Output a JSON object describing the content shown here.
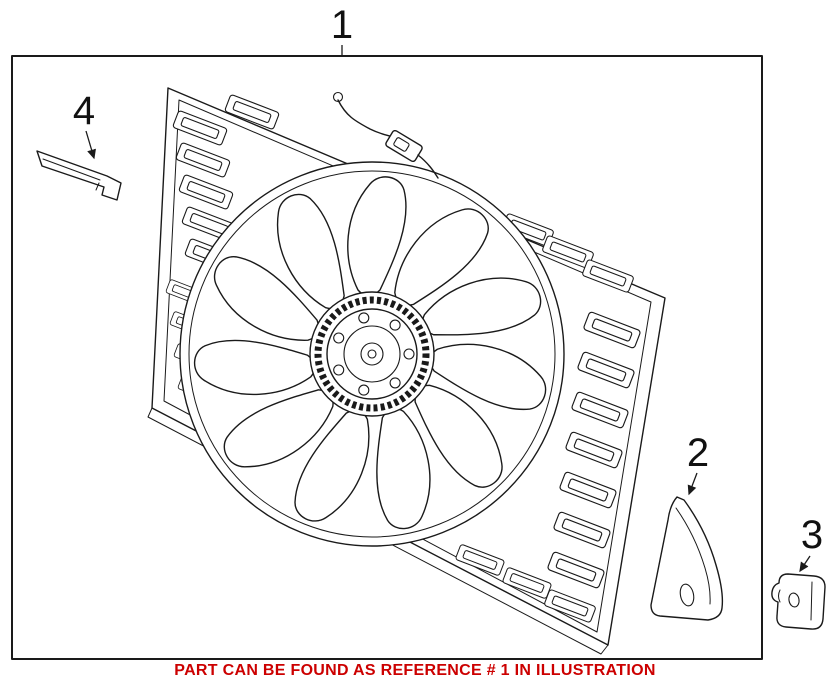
{
  "callouts": {
    "c1": {
      "label": "1"
    },
    "c2": {
      "label": "2"
    },
    "c3": {
      "label": "3"
    },
    "c4": {
      "label": "4"
    }
  },
  "footer": {
    "text": "PART CAN BE FOUND AS REFERENCE # 1 IN ILLUSTRATION"
  },
  "colors": {
    "ink": "#1a1a1a",
    "accent": "#cc0000",
    "background": "#ffffff"
  }
}
